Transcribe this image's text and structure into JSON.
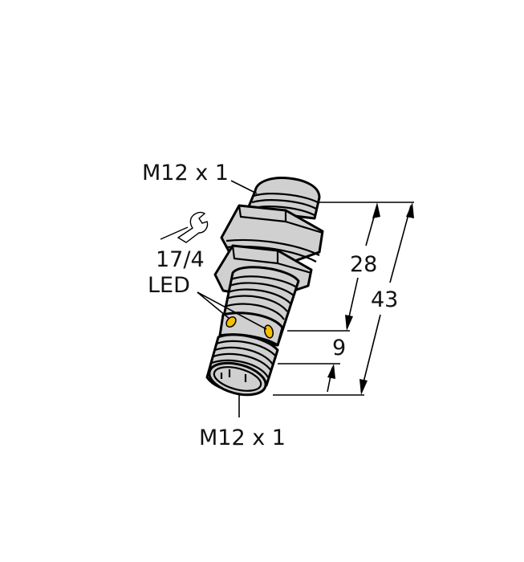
{
  "labels": {
    "thread_top": "M12 x 1",
    "wrench_size": "17/4",
    "led": "LED",
    "thread_bottom": "M12 x 1"
  },
  "dimensions": {
    "overall_length": "43",
    "thread_length": "28",
    "connector_offset": "9"
  },
  "icons": {
    "wrench": "wrench-icon"
  },
  "colors": {
    "body": "#d0d0d0",
    "outline": "#000000",
    "led": "#f5c000",
    "background": "#ffffff"
  }
}
